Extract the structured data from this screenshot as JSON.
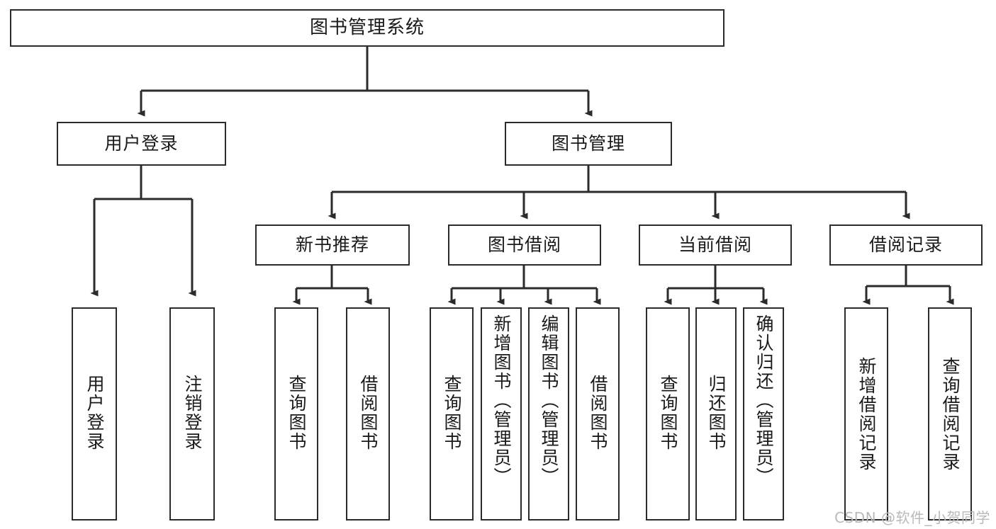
{
  "diagram": {
    "title": "图书管理系统",
    "type": "functional-hierarchy-tree",
    "colors": {
      "stroke": "#2b2b2b",
      "node_fill": "#ffffff",
      "text": "#1a1a1a",
      "watermark": "#b9b9b9",
      "background": "#ffffff"
    },
    "watermark": "CSDN @软件_小贺同学",
    "levels": {
      "root": {
        "id": "root",
        "label": "图书管理系统"
      },
      "level2": [
        {
          "id": "user-login",
          "label": "用户登录"
        },
        {
          "id": "book-manage",
          "label": "图书管理"
        }
      ],
      "level3": [
        {
          "id": "new-book-recommend",
          "label": "新书推荐",
          "parent": "book-manage"
        },
        {
          "id": "book-borrow",
          "label": "图书借阅",
          "parent": "book-manage"
        },
        {
          "id": "current-borrow",
          "label": "当前借阅",
          "parent": "book-manage"
        },
        {
          "id": "borrow-record",
          "label": "借阅记录",
          "parent": "book-manage"
        }
      ],
      "leaves": [
        {
          "id": "leaf-user-login",
          "label": "用户登录",
          "parent": "user-login"
        },
        {
          "id": "leaf-user-logout",
          "label": "注销登录",
          "parent": "user-login"
        },
        {
          "id": "leaf-query-book-1",
          "label": "查询图书",
          "parent": "new-book-recommend"
        },
        {
          "id": "leaf-borrow-book-1",
          "label": "借阅图书",
          "parent": "new-book-recommend"
        },
        {
          "id": "leaf-query-book-2",
          "label": "查询图书",
          "parent": "book-borrow"
        },
        {
          "id": "leaf-add-book",
          "label": "新增图书（管理员）",
          "parent": "book-borrow"
        },
        {
          "id": "leaf-edit-book",
          "label": "编辑图书（管理员）",
          "parent": "book-borrow"
        },
        {
          "id": "leaf-borrow-book-2",
          "label": "借阅图书",
          "parent": "book-borrow"
        },
        {
          "id": "leaf-query-book-3",
          "label": "查询图书",
          "parent": "current-borrow"
        },
        {
          "id": "leaf-return-book",
          "label": "归还图书",
          "parent": "current-borrow"
        },
        {
          "id": "leaf-confirm-return",
          "label": "确认归还（管理员）",
          "parent": "current-borrow"
        },
        {
          "id": "leaf-add-record",
          "label": "新增借阅记录",
          "parent": "borrow-record"
        },
        {
          "id": "leaf-query-record",
          "label": "查询借阅记录",
          "parent": "borrow-record"
        }
      ]
    }
  }
}
